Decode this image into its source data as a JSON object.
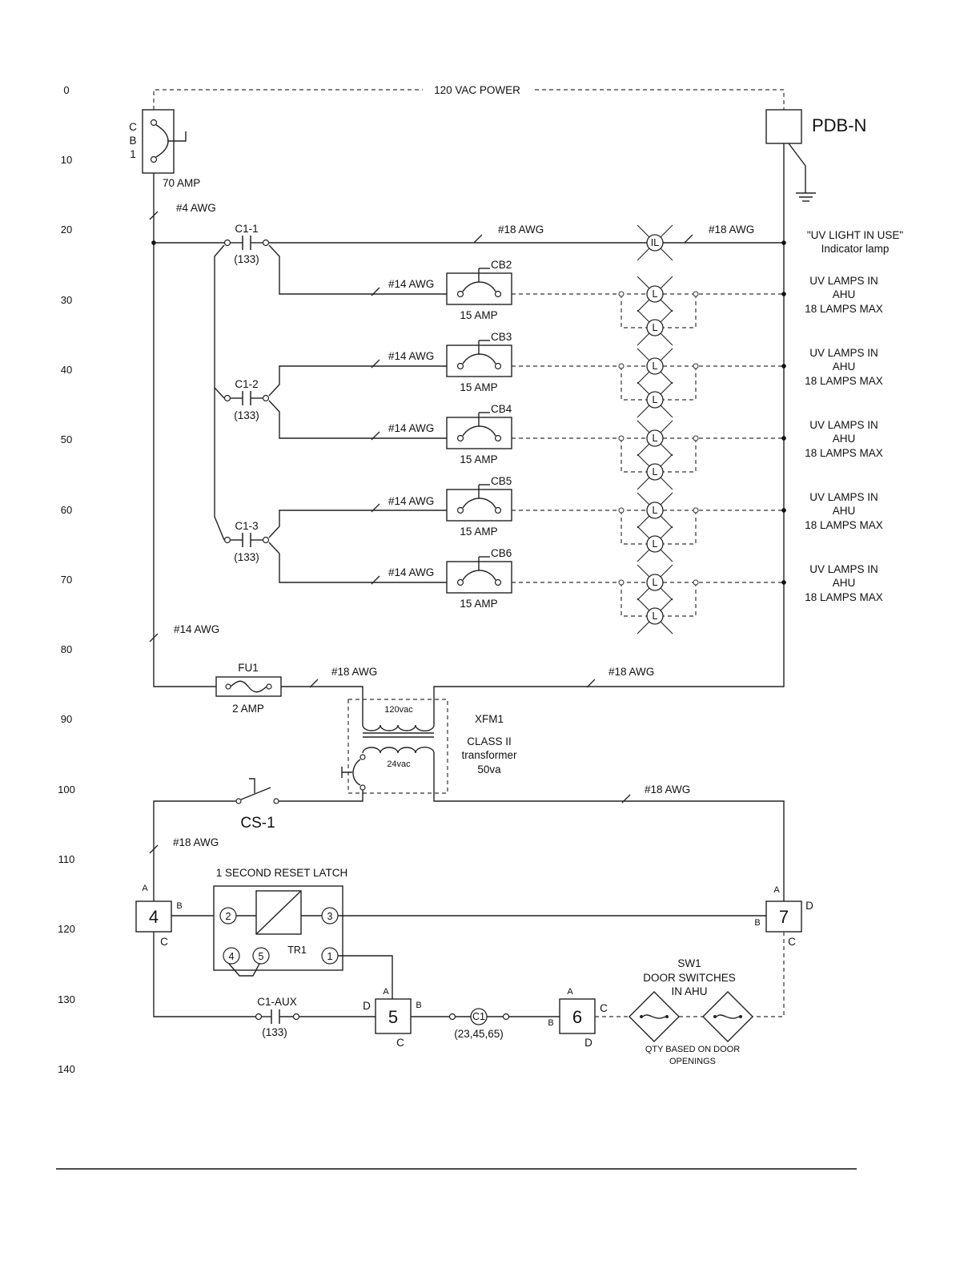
{
  "row_numbers": [
    "0",
    "10",
    "20",
    "30",
    "40",
    "50",
    "60",
    "70",
    "80",
    "90",
    "100",
    "110",
    "120",
    "130",
    "140"
  ],
  "power_label": "120 VAC POWER",
  "cb1": {
    "letters": [
      "C",
      "B",
      "1"
    ],
    "rating": "70 AMP"
  },
  "pdb": {
    "label": "PDB-N"
  },
  "wires": {
    "main_feed": "#4 AWG",
    "il_left": "#18 AWG",
    "il_right": "#18 AWG",
    "branch": "#14 AWG",
    "ctrl_feed": "#14 AWG",
    "fu_out": "#18 AWG",
    "xfm_neutral": "#18 AWG",
    "sec_return": "#18 AWG",
    "cs_out": "#18 AWG"
  },
  "indicator": {
    "symbol": "IL",
    "line1": "\"UV LIGHT IN USE\"",
    "line2": "Indicator lamp"
  },
  "contacts": [
    {
      "label": "C1-1",
      "ref": "(133)"
    },
    {
      "label": "C1-2",
      "ref": "(133)"
    },
    {
      "label": "C1-3",
      "ref": "(133)"
    }
  ],
  "breakers": [
    {
      "label": "CB2",
      "rating": "15 AMP"
    },
    {
      "label": "CB3",
      "rating": "15 AMP"
    },
    {
      "label": "CB4",
      "rating": "15 AMP"
    },
    {
      "label": "CB5",
      "rating": "15 AMP"
    },
    {
      "label": "CB6",
      "rating": "15 AMP"
    }
  ],
  "lamp_symbol": "L",
  "lamp_group": {
    "line1": "UV LAMPS IN",
    "line2": "AHU",
    "line3": "18 LAMPS MAX"
  },
  "fuse": {
    "label": "FU1",
    "rating": "2 AMP"
  },
  "transformer": {
    "primary": "120vac",
    "secondary": "24vac",
    "name": "XFM1",
    "line2": "CLASS II",
    "line3": "transformer",
    "line4": "50va"
  },
  "switch_cs": "CS-1",
  "latch": {
    "title": "1  SECOND  RESET  LATCH",
    "name": "TR1",
    "pins": [
      "2",
      "3",
      "4",
      "5",
      "1"
    ]
  },
  "blocks": [
    {
      "num": "4",
      "a": "A",
      "b": "B",
      "c": "C"
    },
    {
      "num": "7",
      "a": "A",
      "b": "B",
      "c": "C",
      "d": "D"
    },
    {
      "num": "5",
      "a": "A",
      "b": "B",
      "c": "C",
      "d": "D"
    },
    {
      "num": "6",
      "a": "A",
      "b": "B",
      "c": "C",
      "d": "D"
    }
  ],
  "aux": {
    "label": "C1-AUX",
    "ref": "(133)"
  },
  "coil": {
    "label": "C1",
    "ref": "(23,45,65)"
  },
  "door_switches": {
    "line1": "SW1",
    "line2": "DOOR SWITCHES",
    "line3": "IN AHU",
    "note1": "QTY BASED ON DOOR",
    "note2": "OPENINGS"
  }
}
